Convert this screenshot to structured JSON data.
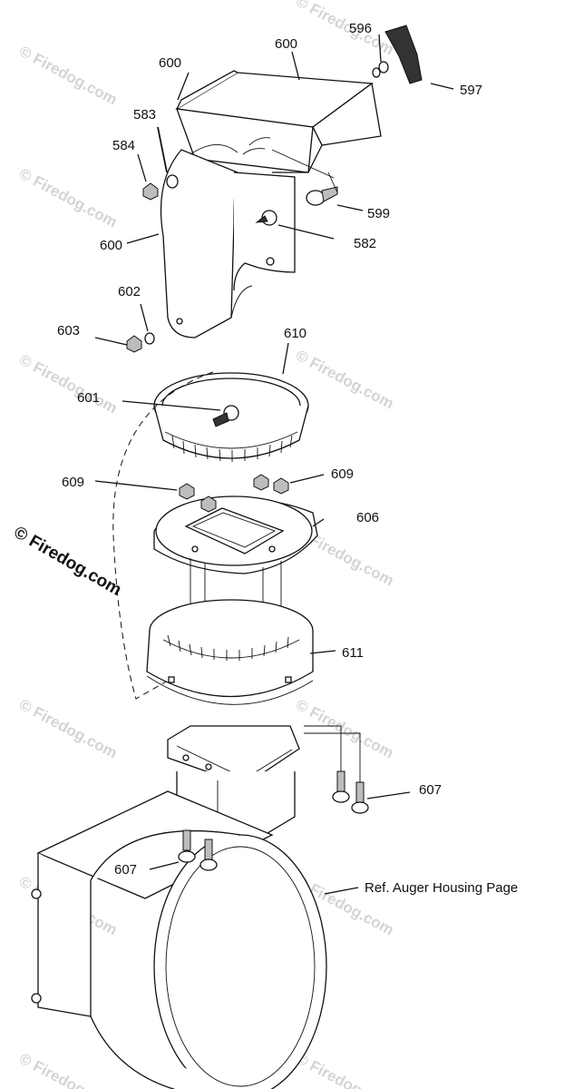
{
  "watermark": "© Firedog.com",
  "watermark_main": "© Firedog.com",
  "reference_note": "Ref. Auger Housing Page",
  "callouts": {
    "c600a": "600",
    "c600b": "600",
    "c600c": "600",
    "c596": "596",
    "c597": "597",
    "c583": "583",
    "c584": "584",
    "c599": "599",
    "c582": "582",
    "c602": "602",
    "c603": "603",
    "c610": "610",
    "c601": "601",
    "c609a": "609",
    "c609b": "609",
    "c606": "606",
    "c611": "611",
    "c607a": "607",
    "c607b": "607"
  }
}
